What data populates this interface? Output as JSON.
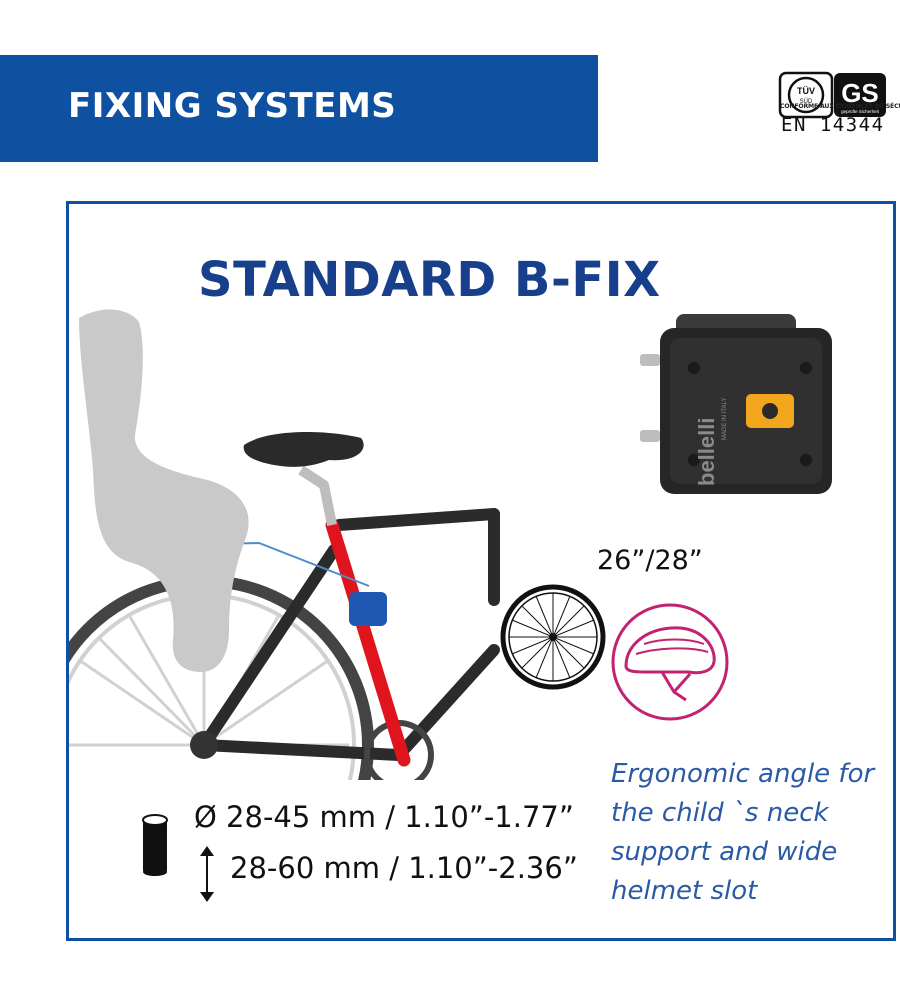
{
  "header": {
    "title": "FIXING SYSTEMS"
  },
  "certification": {
    "tuv_label": "TÜV",
    "tuv_sub": "SÜD",
    "gs_label": "GS",
    "gs_sub": "geprüfte Sicherheit",
    "conformity_text": "CONFORME AUX EXIGENCES DE SÉCURITÉ",
    "standard": "EN 14344"
  },
  "product": {
    "title": "STANDARD B-FIX"
  },
  "bracket": {
    "brand": "bellelli",
    "origin": "MADE IN ITALY"
  },
  "wheel": {
    "size_label": "26”/28”"
  },
  "feature": {
    "lines": [
      "Ergonomic angle for",
      "the child `s neck",
      "support and wide",
      "helmet slot"
    ]
  },
  "dimensions": {
    "diameter": "Ø 28-45 mm / 1.10”-1.77”",
    "height": "28-60 mm / 1.10”-2.36”"
  },
  "colors": {
    "brand_blue": "#0e51a0",
    "title_blue": "#173f8c",
    "feature_blue": "#2a5aa6",
    "helmet_magenta": "#c2226f",
    "seat_tube_red": "#e0141c",
    "mount_blue": "#1f57b2",
    "bracket_knob": "#f2a61c"
  },
  "icons": [
    "certification-logo",
    "bracket-photo",
    "wheel-icon",
    "helmet-icon",
    "tube-icon",
    "vertical-arrow-icon"
  ]
}
